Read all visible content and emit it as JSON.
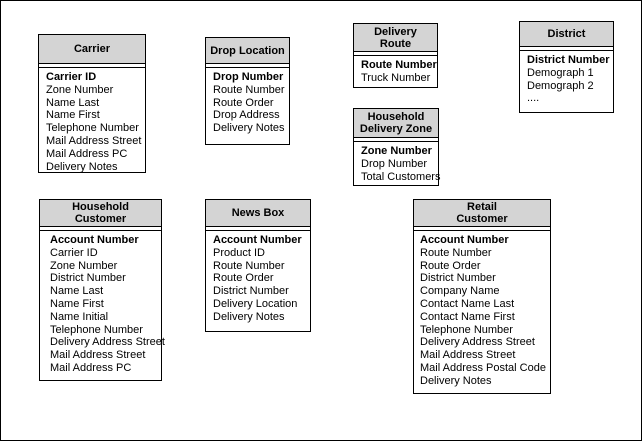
{
  "entities": {
    "carrier": {
      "title": [
        "Carrier"
      ],
      "key": "Carrier ID",
      "attributes": [
        "Zone Number",
        "Name Last",
        "Name First",
        "Telephone Number",
        "Mail Address Street",
        "Mail Address PC",
        "Delivery Notes"
      ]
    },
    "drop_location": {
      "title": [
        "Drop Location"
      ],
      "key": "Drop Number",
      "attributes": [
        "Route Number",
        "Route Order",
        "Drop Address",
        "Delivery Notes"
      ]
    },
    "delivery_route": {
      "title": [
        "Delivery",
        "Route"
      ],
      "key": "Route Number",
      "attributes": [
        "Truck Number"
      ]
    },
    "district": {
      "title": [
        "District"
      ],
      "key": "District Number",
      "attributes": [
        "Demograph 1",
        "Demograph 2",
        "...."
      ]
    },
    "household_delivery_zone": {
      "title": [
        "Household",
        "Delivery Zone"
      ],
      "key": "Zone Number",
      "attributes": [
        "Drop Number",
        "Total Customers"
      ]
    },
    "household_customer": {
      "title": [
        "Household",
        "Customer"
      ],
      "key": "Account Number",
      "attributes": [
        "Carrier ID",
        "Zone Number",
        "District Number",
        "Name Last",
        "Name First",
        "Name Initial",
        "Telephone Number",
        "Delivery Address Street",
        "Mail Address Street",
        "Mail Address PC"
      ]
    },
    "news_box": {
      "title": [
        "News Box"
      ],
      "key": "Account Number",
      "attributes": [
        "Product ID",
        "Route Number",
        "Route Order",
        "District Number",
        "Delivery Location",
        "Delivery Notes"
      ]
    },
    "retail_customer": {
      "title": [
        "Retail",
        "Customer"
      ],
      "key": "Account Number",
      "attributes": [
        "Route Number",
        "Route Order",
        "District Number",
        "Company Name",
        "Contact Name Last",
        "Contact Name First",
        "Telephone Number",
        "Delivery Address Street",
        "Mail Address Street",
        "Mail Address Postal Code",
        "Delivery Notes"
      ]
    }
  }
}
